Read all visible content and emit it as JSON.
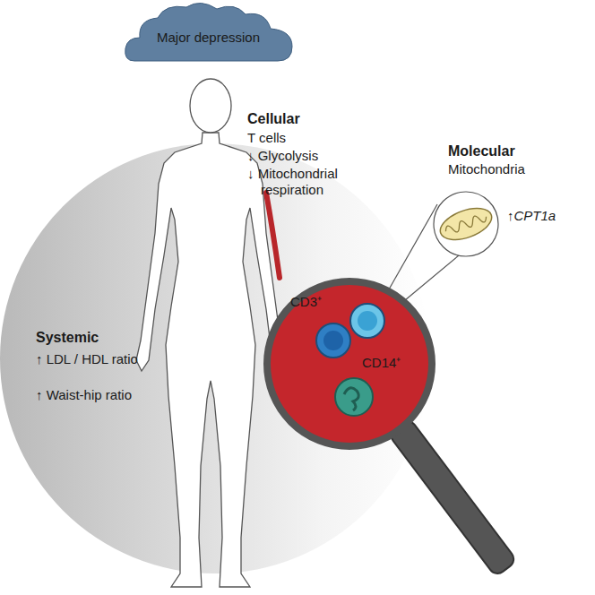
{
  "diagram": {
    "nodes": [
      {
        "text": [
          "Major depression"
        ]
      },
      {
        "text": [
          "CD3⁺",
          "CD14⁺"
        ]
      }
    ],
    "labels": [
      "Systemic",
      "↑ LDL / HDL ratio",
      "↑ Waist-hip ratio",
      "Cellular",
      "T cells",
      "↓ Glycolysis",
      "↓ Mitochondrial respiration",
      "Molecular",
      "Mitochondria",
      "↑CPT1a"
    ]
  }
}
